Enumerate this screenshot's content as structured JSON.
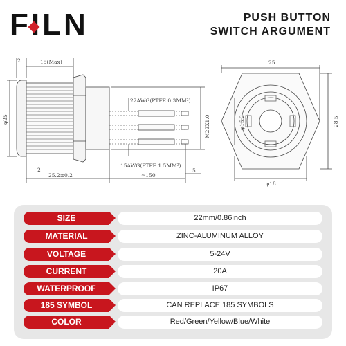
{
  "brand": {
    "name": "FILN"
  },
  "heading": {
    "line1": "PUSH BUTTON",
    "line2": "SWITCH ARGUMENT"
  },
  "side_view": {
    "dims": {
      "flange": "2",
      "thread_len": "15(Max)",
      "outer_dia": "φ25",
      "wire_small": "22AWG(PTFE 0.3MM²)",
      "wire_large": "15AWG(PTFE 1.5MM²)",
      "thread": "M22X1.0",
      "flange_bottom": "2",
      "body_len": "25.2±0.2",
      "wire_len": "≈150",
      "strip_len": "5"
    }
  },
  "front_view": {
    "dims": {
      "width": "25",
      "inner_dia": "φ15.2",
      "height": "28.5",
      "outer_dia": "φ18"
    }
  },
  "specs": [
    {
      "label": "SIZE",
      "value": "22mm/0.86inch"
    },
    {
      "label": "MATERIAL",
      "value": "ZINC-ALUMINUM ALLOY"
    },
    {
      "label": "VOLTAGE",
      "value": "5-24V"
    },
    {
      "label": "CURRENT",
      "value": "20A"
    },
    {
      "label": "WATERPROOF",
      "value": "IP67"
    },
    {
      "label": "185 SYMBOL",
      "value": "CAN REPLACE 185 SYMBOLS"
    },
    {
      "label": "COLOR",
      "value": "Red/Green/Yellow/Blue/White"
    }
  ],
  "colors": {
    "accent": "#c8161e",
    "panel": "#e7e7e7"
  }
}
